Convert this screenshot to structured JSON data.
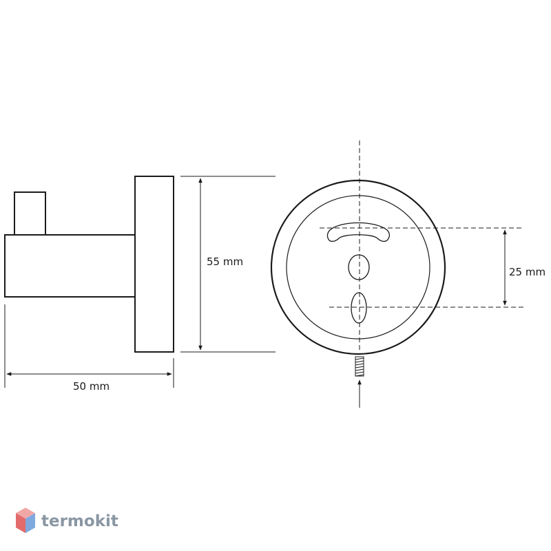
{
  "dimensions": {
    "width_label": "50 mm",
    "height_label": "55 mm",
    "hole_spacing_label": "25 mm"
  },
  "watermark": {
    "brand_text": "termokit",
    "colors": {
      "text": "#8a96a3",
      "cube_top": "#f2a7a7",
      "cube_left": "#e36b6b",
      "cube_right": "#7fa8de"
    }
  },
  "colors": {
    "line": "#1a1a1a",
    "background": "#ffffff"
  }
}
